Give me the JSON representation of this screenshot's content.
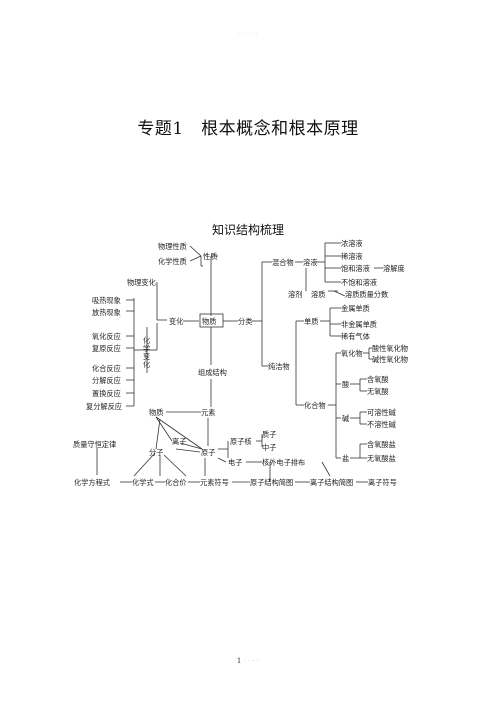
{
  "header": {
    "watermark": "· · · · ·"
  },
  "title": "专题1　根本概念和根本原理",
  "subtitle": "知识结构梳理",
  "map": {
    "center": "物质",
    "nodes": {
      "physical_property": "物理性质",
      "chemical_property": "化学性质",
      "property": "性质",
      "physical_change": "物理变化",
      "endothermic": "吸热现象",
      "exothermic": "放热现象",
      "oxidation": "氧化反应",
      "reduction": "复原反应",
      "combination": "化合反应",
      "decomposition": "分解反应",
      "displacement": "置换反应",
      "double_decomposition": "复分解反应",
      "chemical_change": "化学变化",
      "change": "变化",
      "classification": "分类",
      "composition_structure": "组成结构",
      "mixture": "混合物",
      "solution": "溶液",
      "concentrated": "浓溶液",
      "dilute": "稀溶液",
      "saturated": "饱和溶液",
      "solubility": "溶解度",
      "unsaturated": "不饱和溶液",
      "solvent": "溶剂",
      "solute": "溶质",
      "mass_fraction": "溶质质量分数",
      "pure_substance": "纯洁物",
      "elementary_substance": "单质",
      "metal_element": "金属单质",
      "nonmetal_element": "非金属单质",
      "noble_gas": "稀有气体",
      "compound": "化合物",
      "oxide": "氧化物",
      "acidic_oxide": "酸性氧化物",
      "basic_oxide": "碱性氧化物",
      "acid": "酸",
      "oxyacid": "含氧酸",
      "anoxic_acid": "无氧酸",
      "base": "碱",
      "soluble_base": "可溶性碱",
      "insoluble_base": "不溶性碱",
      "salt": "盐",
      "oxysalt": "含氧酸盐",
      "anoxic_salt": "无氧酸盐",
      "matter": "物质",
      "element": "元素",
      "ion": "离子",
      "molecule": "分子",
      "atom": "原子",
      "nucleus": "原子核",
      "proton": "质子",
      "neutron": "中子",
      "electron": "电子",
      "electron_arrangement": "核外电子排布",
      "conservation_law": "质量守恒定律",
      "chemical_equation": "化学方程式",
      "chemical_formula": "化学式",
      "valence": "化合价",
      "element_symbol": "元素符号",
      "atomic_structure_diagram": "原子结构简图",
      "ion_structure_diagram": "离子结构简图",
      "ion_symbol": "离子符号"
    }
  },
  "footer": {
    "page_number": "1",
    "watermark": "· · · ·"
  }
}
